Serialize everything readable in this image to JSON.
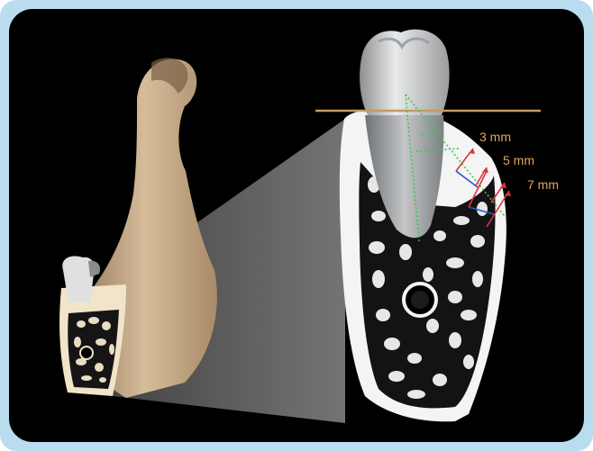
{
  "labels": {
    "depth_3": "3 mm",
    "depth_5": "5 mm",
    "depth_7": "7 mm"
  },
  "colors": {
    "frame": "#b9dcef",
    "background": "#000000",
    "label": "#e2a55d",
    "reference_line": "#c79a67",
    "guide_line": "#37c94a",
    "red_arrow": "#e0333d",
    "blue_arrow": "#2b55d8",
    "bone": "#e9d6b9",
    "cortical_bone": "#ffffff",
    "marrow": "#121212",
    "tooth": "#d9dbdc"
  }
}
